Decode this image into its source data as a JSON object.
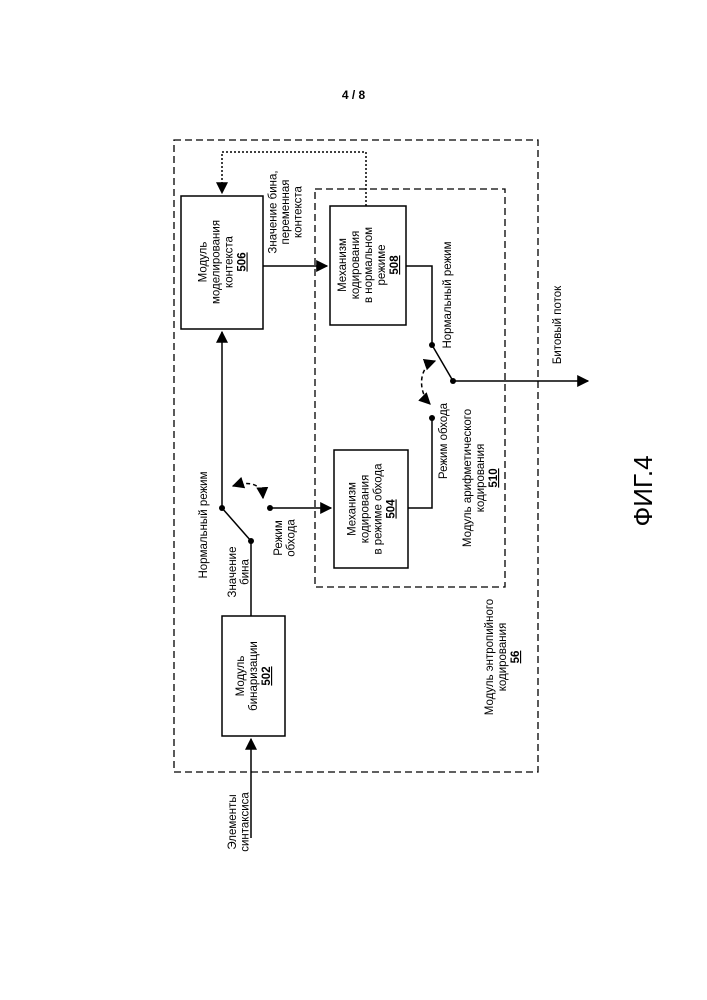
{
  "page_number": "4 / 8",
  "figure_label": "ФИГ.4",
  "inputs": {
    "syntax_elements": [
      "Элементы",
      "синтаксиса"
    ]
  },
  "outputs": {
    "bitstream": "Битовый поток"
  },
  "entropy_module": {
    "label": [
      "Модуль энтропийного",
      "кодирования"
    ],
    "number": "56"
  },
  "arithmetic_module": {
    "label": [
      "Модуль арифметического",
      "кодирования"
    ],
    "number": "510"
  },
  "binarization": {
    "label": [
      "Модуль",
      "бинаризации"
    ],
    "number": "502"
  },
  "context_modeling": {
    "label": [
      "Модуль",
      "моделирования",
      "контекста"
    ],
    "number": "506"
  },
  "bypass_engine": {
    "label": [
      "Механизм",
      "кодирования",
      "в режиме обхода"
    ],
    "number": "504"
  },
  "regular_engine": {
    "label": [
      "Механизм",
      "кодирования",
      "в нормальном",
      "режиме"
    ],
    "number": "508"
  },
  "labels": {
    "bin_value": [
      "Значение",
      "бина"
    ],
    "regular_mode_1": "Нормальный режим",
    "bypass_mode_1": [
      "Режим",
      "обхода"
    ],
    "bin_value_context": [
      "Значение бина,",
      "переменная",
      "контекста"
    ],
    "regular_mode_2": "Нормальный режим",
    "bypass_mode_2": "Режим обхода"
  }
}
